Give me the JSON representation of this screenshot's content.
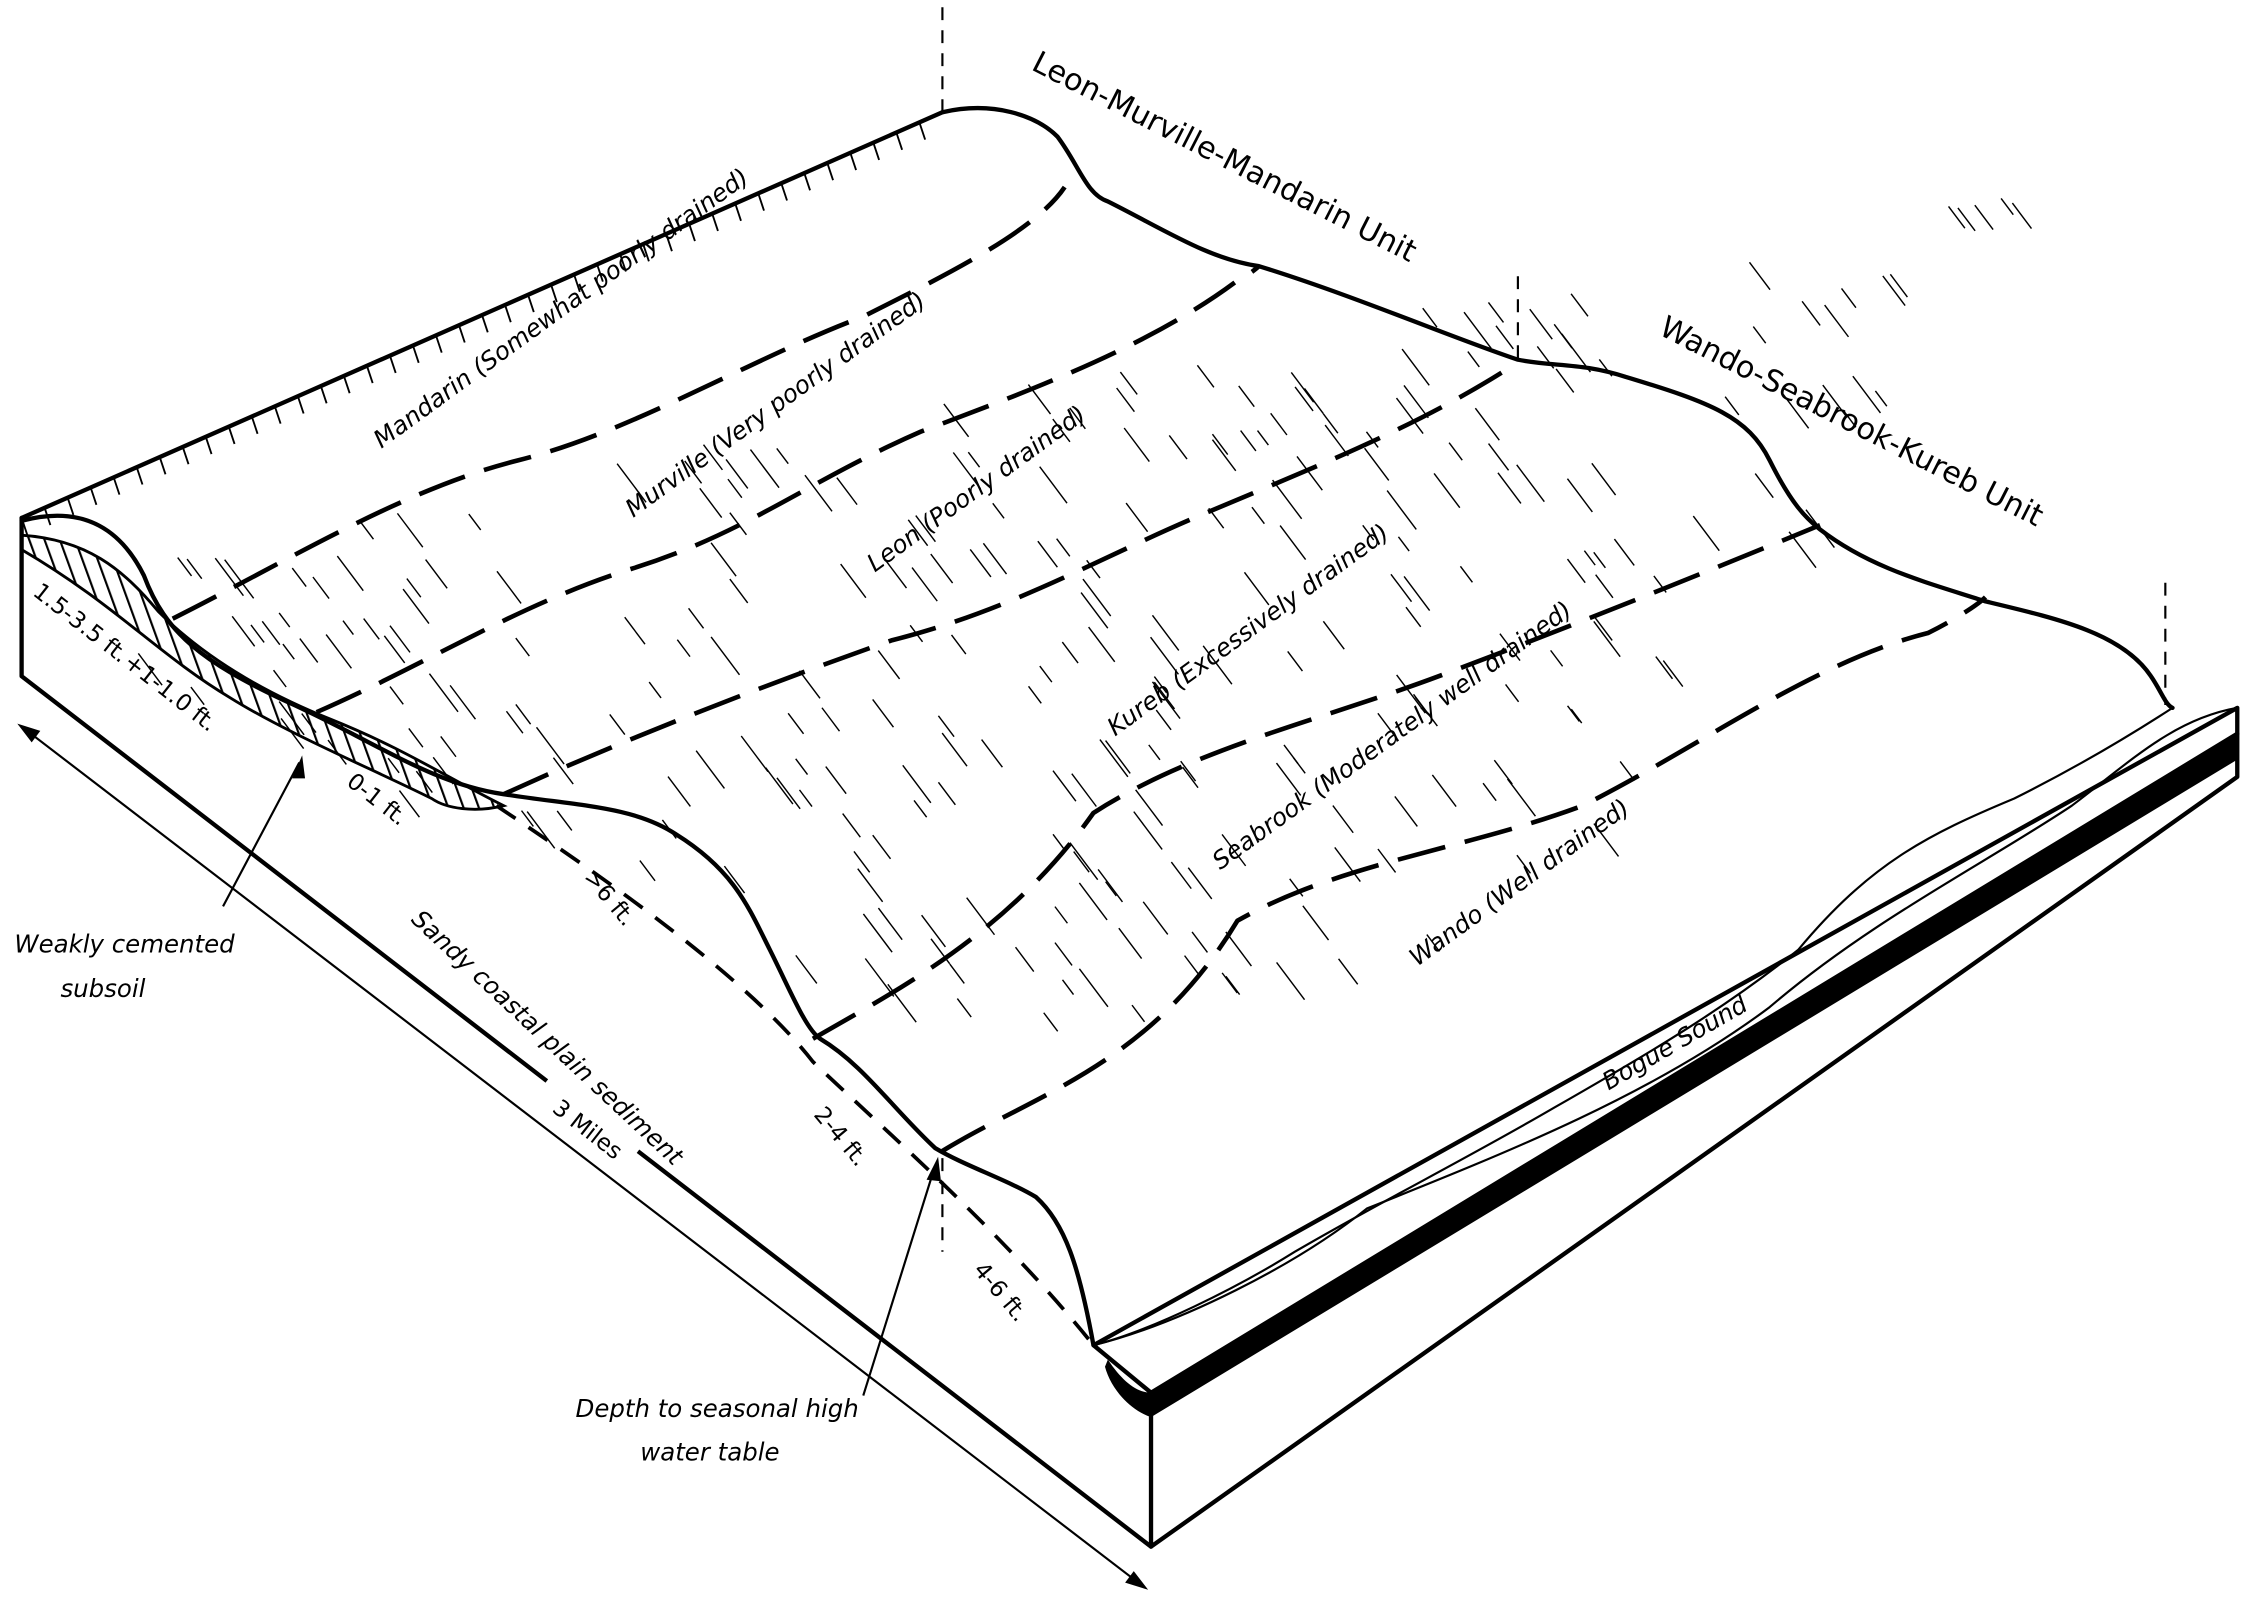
{
  "units": {
    "north": "Leon-Murville-Mandarin Unit",
    "south": "Wando-Seabrook-Kureb Unit"
  },
  "soils": [
    {
      "name": "Mandarin (Somewhat poorly drained)"
    },
    {
      "name": "Murville (Very poorly drained)"
    },
    {
      "name": "Leon (Poorly drained)"
    },
    {
      "name": "Kureb (Excessively drained)"
    },
    {
      "name": "Seabrook (Moderately well drained)"
    },
    {
      "name": "Wando (Well drained)"
    }
  ],
  "depths": {
    "d1": "1.5-3.5 ft.",
    "d2": "+1-1.0 ft.",
    "d3": "0-1 ft.",
    "d4": ">6 ft.",
    "d5": "2-4 ft.",
    "d6": "4-6 ft."
  },
  "annotations": {
    "subsoil": [
      "Weakly cemented",
      "subsoil"
    ],
    "water_table": [
      "Depth to seasonal high",
      "water table"
    ],
    "sediment": "Sandy coastal plain sediment",
    "sound": "Bogue Sound",
    "scale": "3 Miles"
  }
}
